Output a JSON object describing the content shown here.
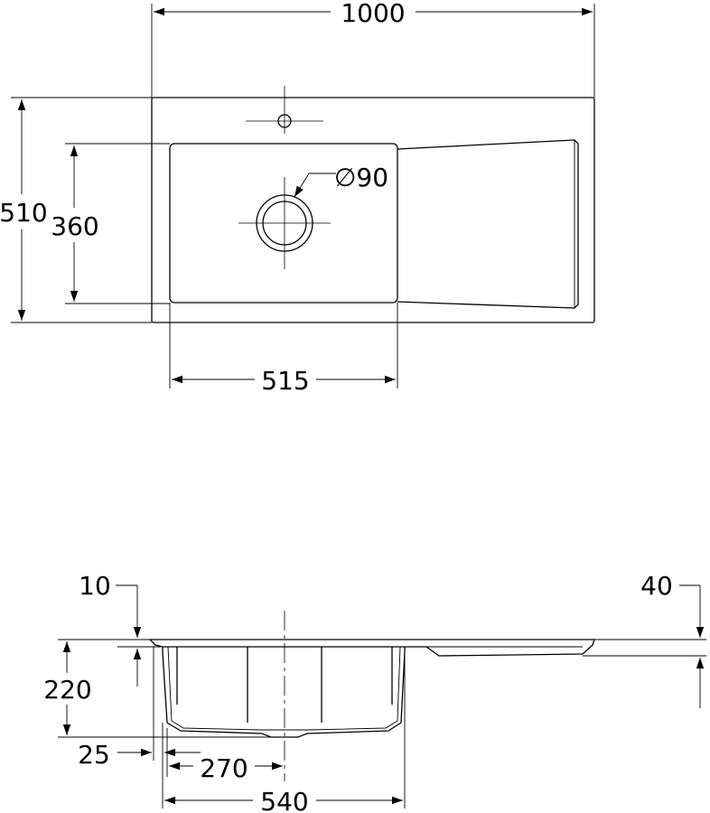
{
  "top_view": {
    "overall_width": "1000",
    "overall_depth": "510",
    "bowl_depth": "360",
    "bowl_width": "515",
    "drain_diameter": "∅90"
  },
  "section_view": {
    "rim_thickness": "10",
    "drainer_step": "40",
    "bowl_height": "220",
    "wall_offset": "25",
    "drain_offset": "270",
    "bowl_span": "540"
  }
}
